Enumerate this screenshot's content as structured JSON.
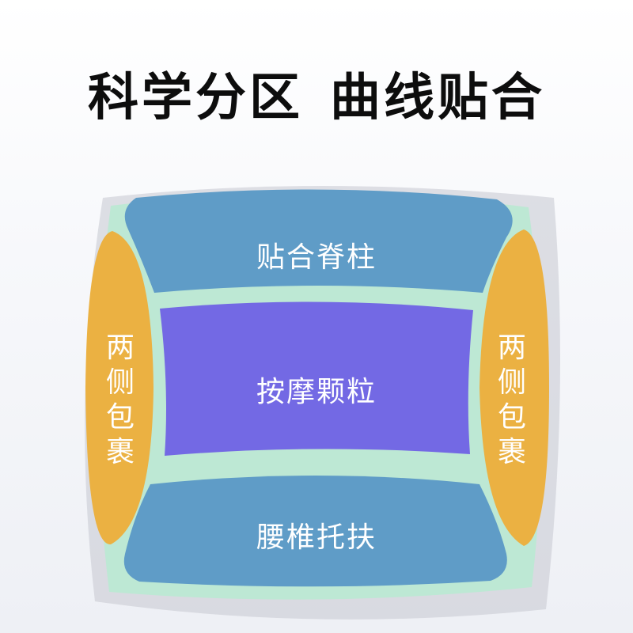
{
  "headline": {
    "part1": "科学分区",
    "part2": "曲线贴合"
  },
  "zones": {
    "top": "贴合脊柱",
    "center": "按摩颗粒",
    "bottom": "腰椎托扶",
    "left": "两侧包裹",
    "right": "两侧包裹"
  },
  "colors": {
    "cushion_outline": "#bde8d4",
    "cushion_shadow": "#c9ccd3",
    "blue_zone": "#5f9cc7",
    "purple_zone": "#7369e4",
    "side_zone": "#ebb142",
    "text": "#ffffff",
    "headline": "#0d0d0d"
  }
}
